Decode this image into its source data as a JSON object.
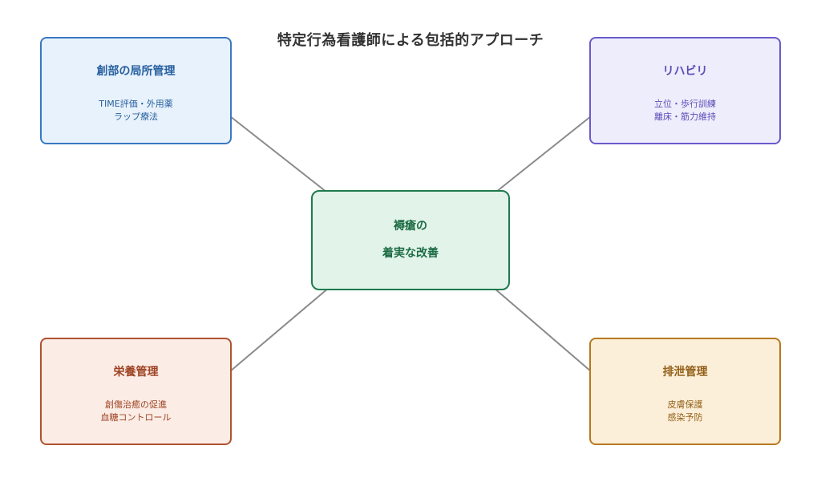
{
  "title": "特定行為看護師による包括的アプローチ",
  "center": {
    "line1": "褥瘡の",
    "line2": "着実な改善"
  },
  "boxes": {
    "wound": {
      "title": "創部の局所管理",
      "line1": "TIME評価・外用薬",
      "line2": "ラップ療法"
    },
    "rehab": {
      "title": "リハビリ",
      "line1": "立位・歩行訓練",
      "line2": "離床・筋力維持"
    },
    "nutrition": {
      "title": "栄養管理",
      "line1": "創傷治癒の促進",
      "line2": "血糖コントロール"
    },
    "excretion": {
      "title": "排泄管理",
      "line1": "皮膚保護",
      "line2": "感染予防"
    }
  },
  "colors": {
    "arrow": "#8a8a8a",
    "wound_border": "#3a78c2",
    "rehab_border": "#6a5acd",
    "nutrition_border": "#b0522f",
    "excretion_border": "#b7791f",
    "center_border": "#1f7a4d"
  }
}
